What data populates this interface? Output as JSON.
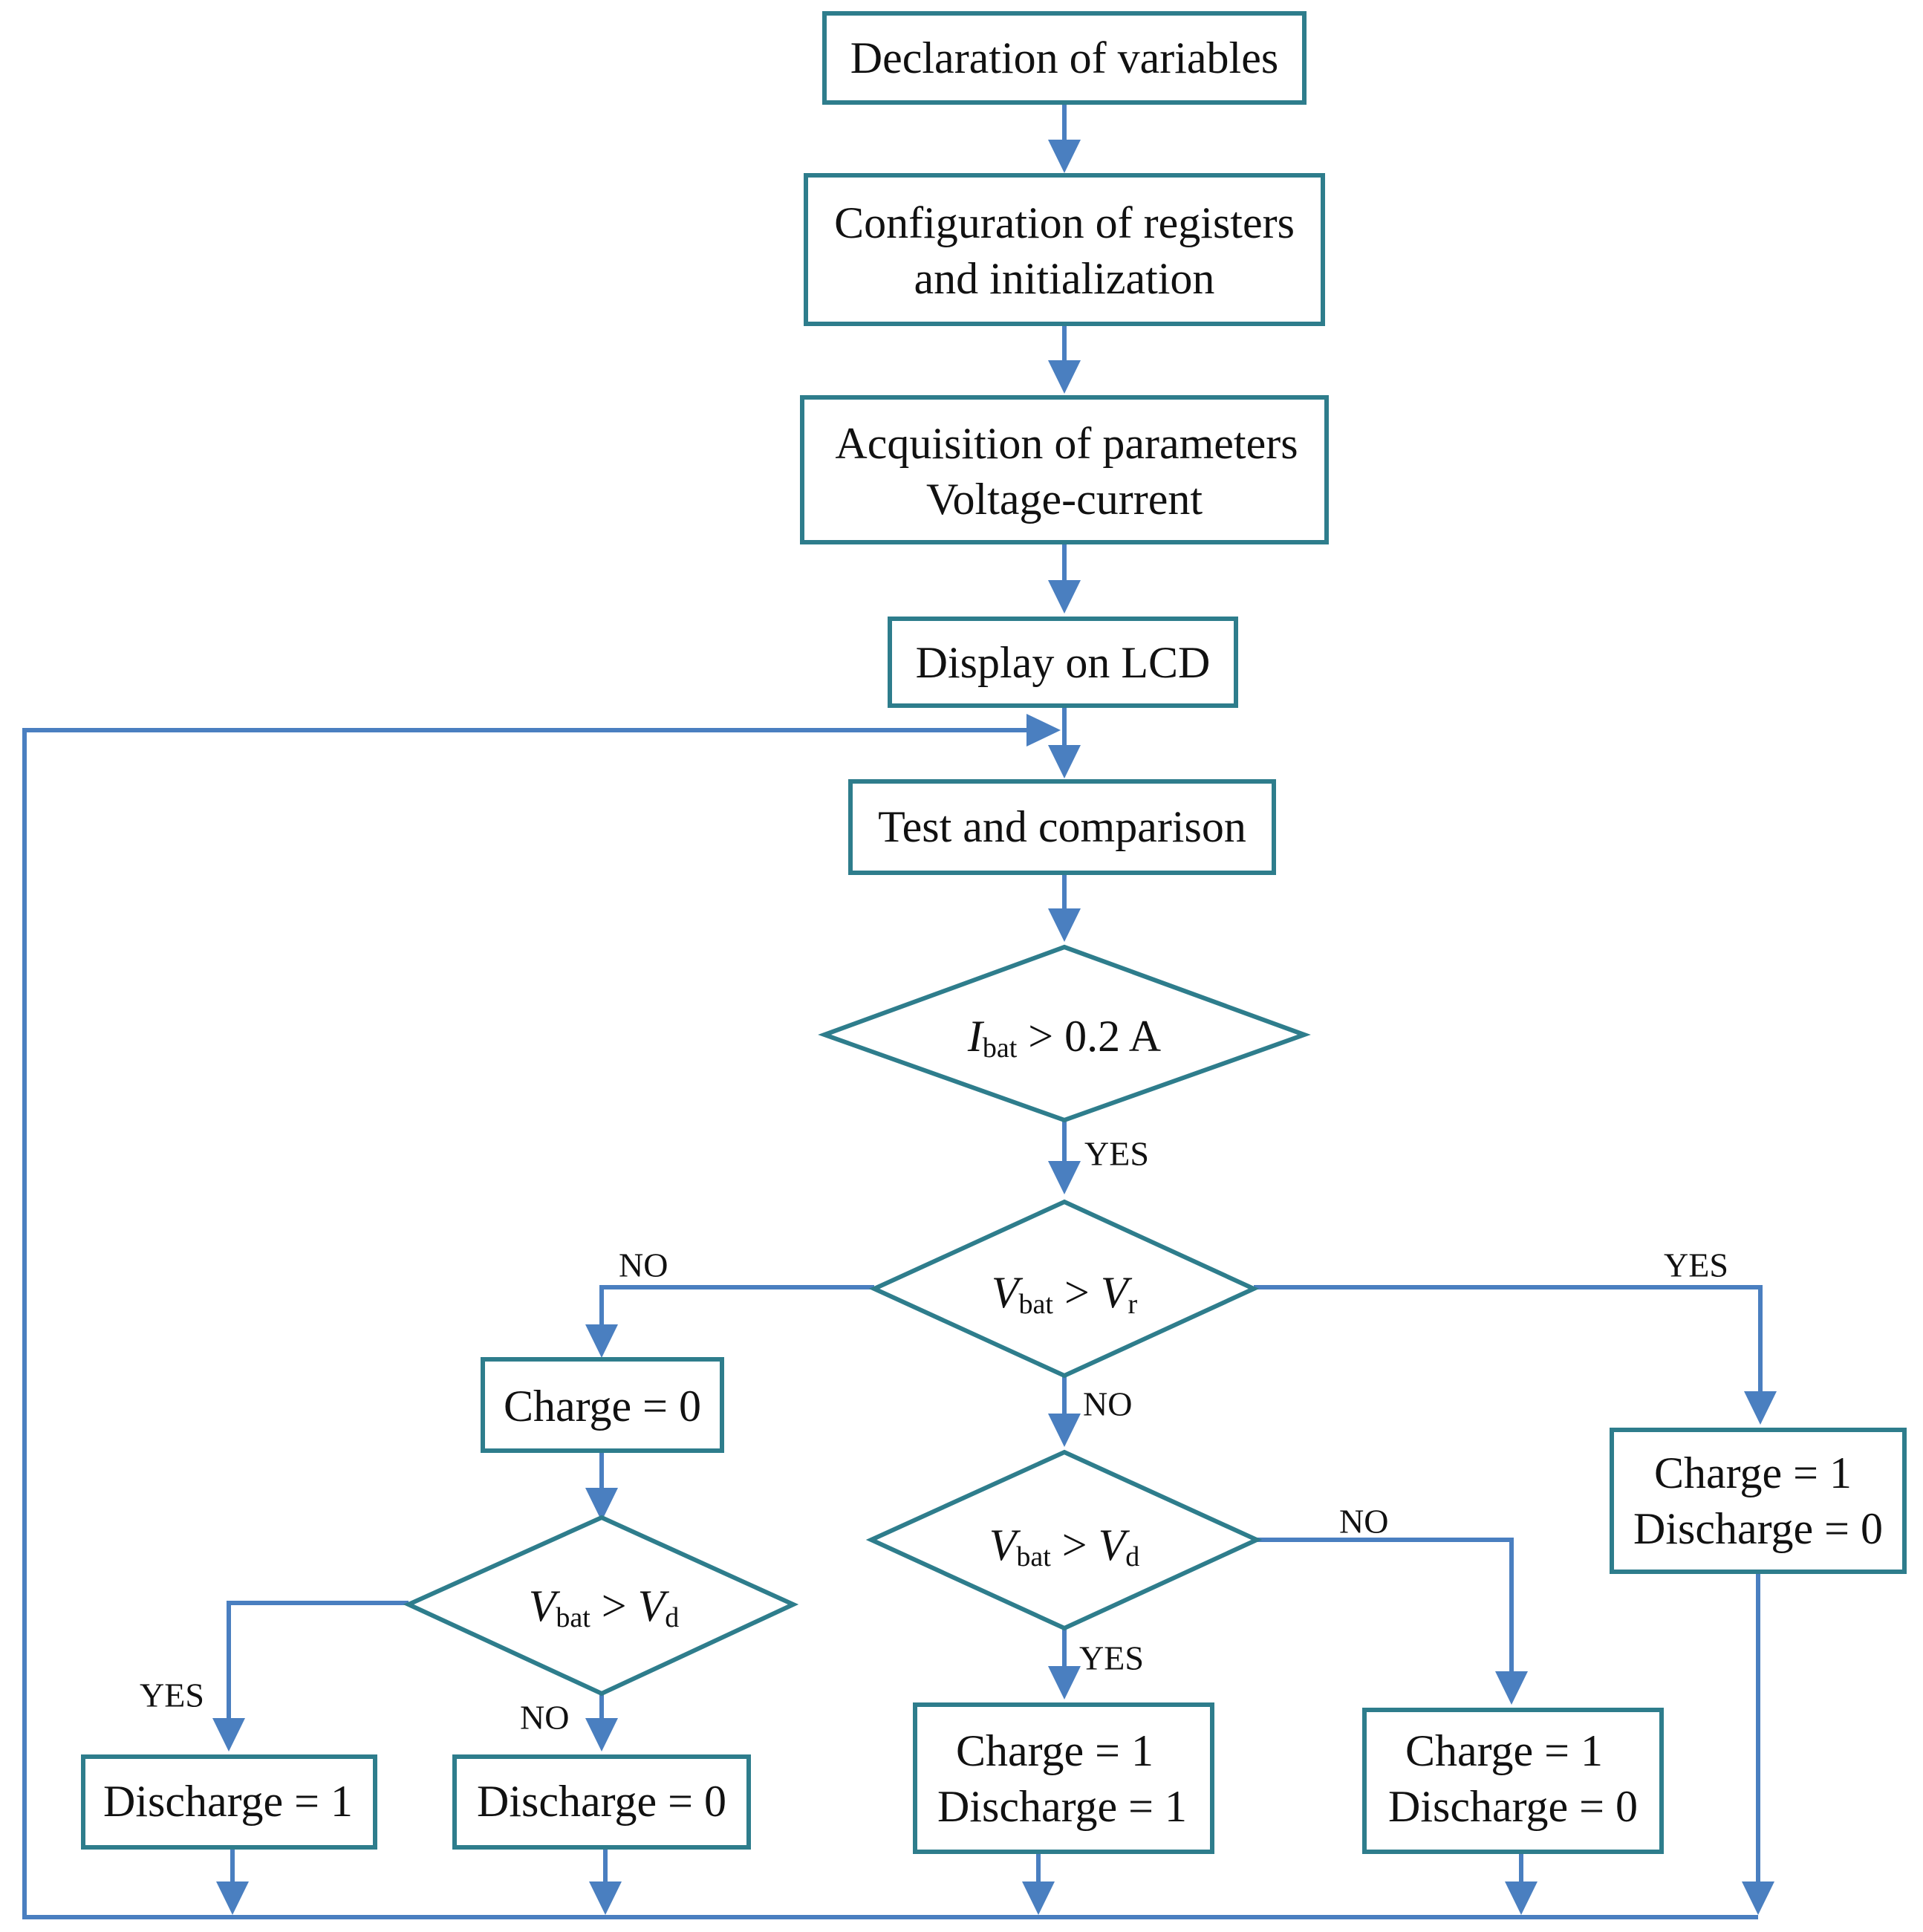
{
  "steps": {
    "declaration": "Declaration of variables",
    "configuration": [
      "Configuration of registers",
      "and initialization"
    ],
    "acquisition": [
      "Acquisition of parameters",
      "Voltage-current"
    ],
    "display": "Display on LCD",
    "test": "Test and comparison"
  },
  "decisions": {
    "d1": {
      "var": "I",
      "sub": "bat",
      "rest": " > 0.2 A"
    },
    "d2": {
      "var": "V",
      "sub": "bat",
      "op": " > ",
      "var2": "V",
      "sub2": "r"
    },
    "d3": {
      "var": "V",
      "sub": "bat",
      "op": " > ",
      "var2": "V",
      "sub2": "d"
    },
    "d4": {
      "var": "V",
      "sub": "bat",
      "op": " > ",
      "var2": "V",
      "sub2": "d"
    }
  },
  "outcomes": {
    "charge0": "Charge = 0",
    "charge1_discharge0_right": [
      "Charge = 1",
      "Discharge = 0"
    ],
    "discharge1": "Discharge = 1",
    "discharge0": "Discharge = 0",
    "charge1_discharge1": [
      "Charge = 1",
      "Discharge = 1"
    ],
    "charge1_discharge0_mid": [
      "Charge = 1",
      "Discharge = 0"
    ]
  },
  "labels": {
    "yes": "YES",
    "no": "NO"
  },
  "colors": {
    "box_stroke": "#2e7d8c",
    "connector": "#4a7fc0"
  }
}
